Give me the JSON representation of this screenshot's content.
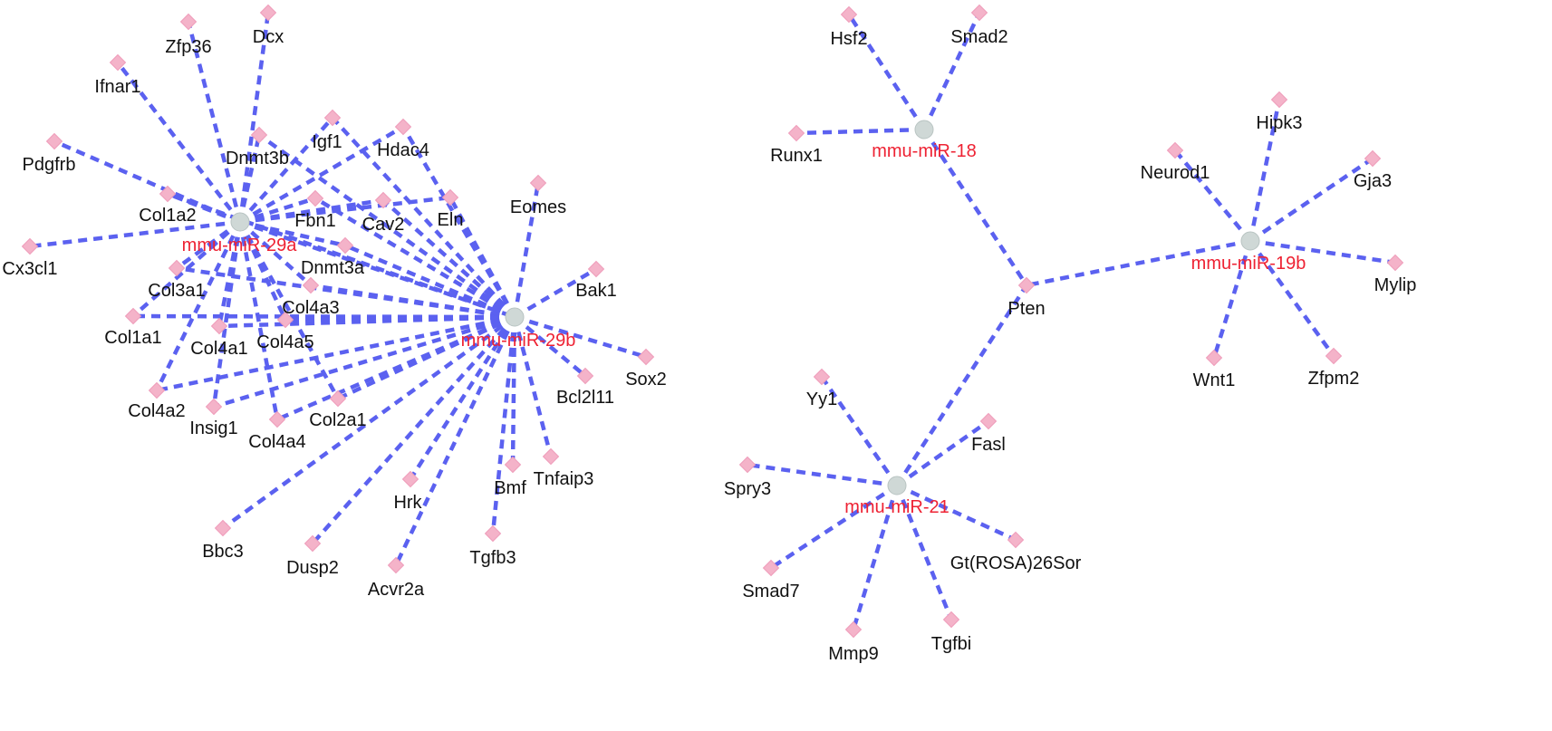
{
  "colors": {
    "edge": "#5b61f0",
    "gene_node": "#f4b3c9",
    "mirna_node": "#cfd8d6",
    "gene_label": "#111111",
    "mirna_label": "#ee2233"
  },
  "mirnas": [
    {
      "id": "miR29a",
      "label": "mmu-miR-29a"
    },
    {
      "id": "miR29b",
      "label": "mmu-miR-29b"
    },
    {
      "id": "miR18",
      "label": "mmu-miR-18"
    },
    {
      "id": "miR19b",
      "label": "mmu-miR-19b"
    },
    {
      "id": "miR21",
      "label": "mmu-miR-21"
    }
  ],
  "genes": [
    {
      "id": "Zfp36",
      "label": "Zfp36"
    },
    {
      "id": "Dcx",
      "label": "Dcx"
    },
    {
      "id": "Ifnar1",
      "label": "Ifnar1"
    },
    {
      "id": "Pdgfrb",
      "label": "Pdgfrb"
    },
    {
      "id": "Dnmt3b",
      "label": "Dnmt3b"
    },
    {
      "id": "Igf1",
      "label": "Igf1"
    },
    {
      "id": "Hdac4",
      "label": "Hdac4"
    },
    {
      "id": "Col1a2",
      "label": "Col1a2"
    },
    {
      "id": "Fbn1",
      "label": "Fbn1"
    },
    {
      "id": "Cav2",
      "label": "Cav2"
    },
    {
      "id": "Eln",
      "label": "Eln"
    },
    {
      "id": "Eomes",
      "label": "Eomes"
    },
    {
      "id": "Cx3cl1",
      "label": "Cx3cl1"
    },
    {
      "id": "Dnmt3a",
      "label": "Dnmt3a"
    },
    {
      "id": "Col3a1",
      "label": "Col3a1"
    },
    {
      "id": "Bak1",
      "label": "Bak1"
    },
    {
      "id": "Col4a3",
      "label": "Col4a3"
    },
    {
      "id": "Col1a1",
      "label": "Col1a1"
    },
    {
      "id": "Col4a1",
      "label": "Col4a1"
    },
    {
      "id": "Col4a5",
      "label": "Col4a5"
    },
    {
      "id": "Sox2",
      "label": "Sox2"
    },
    {
      "id": "Bcl2l11",
      "label": "Bcl2l11"
    },
    {
      "id": "Col4a2",
      "label": "Col4a2"
    },
    {
      "id": "Insig1",
      "label": "Insig1"
    },
    {
      "id": "Col2a1",
      "label": "Col2a1"
    },
    {
      "id": "Col4a4",
      "label": "Col4a4"
    },
    {
      "id": "Tnfaip3",
      "label": "Tnfaip3"
    },
    {
      "id": "Bmf",
      "label": "Bmf"
    },
    {
      "id": "Hrk",
      "label": "Hrk"
    },
    {
      "id": "Bbc3",
      "label": "Bbc3"
    },
    {
      "id": "Dusp2",
      "label": "Dusp2"
    },
    {
      "id": "Tgfb3",
      "label": "Tgfb3"
    },
    {
      "id": "Acvr2a",
      "label": "Acvr2a"
    },
    {
      "id": "Hsf2",
      "label": "Hsf2"
    },
    {
      "id": "Smad2",
      "label": "Smad2"
    },
    {
      "id": "Runx1",
      "label": "Runx1"
    },
    {
      "id": "Hipk3",
      "label": "Hipk3"
    },
    {
      "id": "Neurod1",
      "label": "Neurod1"
    },
    {
      "id": "Gja3",
      "label": "Gja3"
    },
    {
      "id": "Mylip",
      "label": "Mylip"
    },
    {
      "id": "Pten",
      "label": "Pten"
    },
    {
      "id": "Wnt1",
      "label": "Wnt1"
    },
    {
      "id": "Zfpm2",
      "label": "Zfpm2"
    },
    {
      "id": "Yy1",
      "label": "Yy1"
    },
    {
      "id": "Fasl",
      "label": "Fasl"
    },
    {
      "id": "Spry3",
      "label": "Spry3"
    },
    {
      "id": "GtROSA26Sor",
      "label": "Gt(ROSA)26Sor"
    },
    {
      "id": "Smad7",
      "label": "Smad7"
    },
    {
      "id": "Mmp9",
      "label": "Mmp9"
    },
    {
      "id": "Tgfbi",
      "label": "Tgfbi"
    }
  ],
  "edges": [
    [
      "miR29a",
      "Zfp36"
    ],
    [
      "miR29a",
      "Dcx"
    ],
    [
      "miR29a",
      "Ifnar1"
    ],
    [
      "miR29a",
      "Pdgfrb"
    ],
    [
      "miR29a",
      "Dnmt3b"
    ],
    [
      "miR29a",
      "Igf1"
    ],
    [
      "miR29a",
      "Hdac4"
    ],
    [
      "miR29a",
      "Col1a2"
    ],
    [
      "miR29a",
      "Fbn1"
    ],
    [
      "miR29a",
      "Cav2"
    ],
    [
      "miR29a",
      "Eln"
    ],
    [
      "miR29a",
      "Cx3cl1"
    ],
    [
      "miR29a",
      "Dnmt3a"
    ],
    [
      "miR29a",
      "Col3a1"
    ],
    [
      "miR29a",
      "Col4a3"
    ],
    [
      "miR29a",
      "Col1a1"
    ],
    [
      "miR29a",
      "Col4a1"
    ],
    [
      "miR29a",
      "Col4a5"
    ],
    [
      "miR29a",
      "Col4a2"
    ],
    [
      "miR29a",
      "Insig1"
    ],
    [
      "miR29a",
      "Col2a1"
    ],
    [
      "miR29a",
      "Col4a4"
    ],
    [
      "miR29a",
      "miR29b"
    ],
    [
      "miR29b",
      "Dnmt3b"
    ],
    [
      "miR29b",
      "Igf1"
    ],
    [
      "miR29b",
      "Hdac4"
    ],
    [
      "miR29b",
      "Col1a2"
    ],
    [
      "miR29b",
      "Fbn1"
    ],
    [
      "miR29b",
      "Cav2"
    ],
    [
      "miR29b",
      "Eln"
    ],
    [
      "miR29b",
      "Eomes"
    ],
    [
      "miR29b",
      "Dnmt3a"
    ],
    [
      "miR29b",
      "Col3a1"
    ],
    [
      "miR29b",
      "Bak1"
    ],
    [
      "miR29b",
      "Col4a3"
    ],
    [
      "miR29b",
      "Col1a1"
    ],
    [
      "miR29b",
      "Col4a1"
    ],
    [
      "miR29b",
      "Col4a5"
    ],
    [
      "miR29b",
      "Sox2"
    ],
    [
      "miR29b",
      "Bcl2l11"
    ],
    [
      "miR29b",
      "Col4a2"
    ],
    [
      "miR29b",
      "Insig1"
    ],
    [
      "miR29b",
      "Col2a1"
    ],
    [
      "miR29b",
      "Col4a4"
    ],
    [
      "miR29b",
      "Tnfaip3"
    ],
    [
      "miR29b",
      "Bmf"
    ],
    [
      "miR29b",
      "Hrk"
    ],
    [
      "miR29b",
      "Bbc3"
    ],
    [
      "miR29b",
      "Dusp2"
    ],
    [
      "miR29b",
      "Tgfb3"
    ],
    [
      "miR29b",
      "Acvr2a"
    ],
    [
      "miR18",
      "Hsf2"
    ],
    [
      "miR18",
      "Smad2"
    ],
    [
      "miR18",
      "Runx1"
    ],
    [
      "miR18",
      "Pten"
    ],
    [
      "miR19b",
      "Hipk3"
    ],
    [
      "miR19b",
      "Neurod1"
    ],
    [
      "miR19b",
      "Gja3"
    ],
    [
      "miR19b",
      "Mylip"
    ],
    [
      "miR19b",
      "Pten"
    ],
    [
      "miR19b",
      "Wnt1"
    ],
    [
      "miR19b",
      "Zfpm2"
    ],
    [
      "miR21",
      "Pten"
    ],
    [
      "miR21",
      "Yy1"
    ],
    [
      "miR21",
      "Fasl"
    ],
    [
      "miR21",
      "Spry3"
    ],
    [
      "miR21",
      "GtROSA26Sor"
    ],
    [
      "miR21",
      "Smad7"
    ],
    [
      "miR21",
      "Mmp9"
    ],
    [
      "miR21",
      "Tgfbi"
    ]
  ]
}
